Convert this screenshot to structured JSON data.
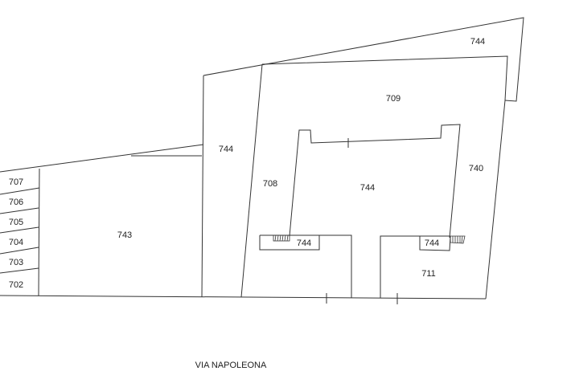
{
  "parcels": [
    {
      "id": "p744a",
      "label": "744"
    },
    {
      "id": "p709",
      "label": "709"
    },
    {
      "id": "p744b",
      "label": "744"
    },
    {
      "id": "p740",
      "label": "740"
    },
    {
      "id": "p708",
      "label": "708"
    },
    {
      "id": "p744c",
      "label": "744"
    },
    {
      "id": "p707",
      "label": "707"
    },
    {
      "id": "p706",
      "label": "706"
    },
    {
      "id": "p705",
      "label": "705"
    },
    {
      "id": "p743",
      "label": "743"
    },
    {
      "id": "p704",
      "label": "704"
    },
    {
      "id": "p744d",
      "label": "744"
    },
    {
      "id": "p744e",
      "label": "744"
    },
    {
      "id": "p703",
      "label": "703"
    },
    {
      "id": "p711",
      "label": "711"
    },
    {
      "id": "p702",
      "label": "702"
    }
  ],
  "street": "VIA NAPOLEONA",
  "line_color": "#333333"
}
